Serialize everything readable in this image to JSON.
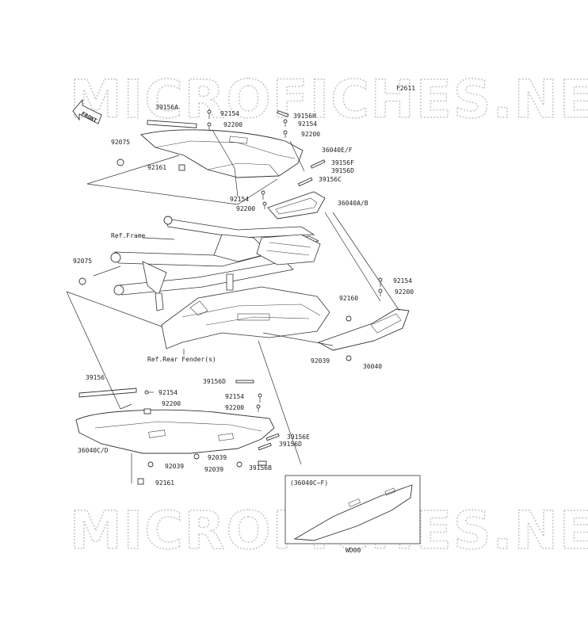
{
  "diagram": {
    "code": "F2611",
    "front_label": "FRONT",
    "watermark": "MICROFICHES.NET",
    "inset_label": "(36040C~F)",
    "inset_code": "WD00",
    "refs": {
      "frame": "Ref.Frame",
      "rear_fender": "Ref.Rear Fender(s)"
    },
    "parts": {
      "p39156A": "39156A",
      "p92154_a": "92154",
      "p92200_a": "92200",
      "p39156H": "39156H",
      "p92154_b": "92154",
      "p92200_b": "92200",
      "p92075_a": "92075",
      "p36040EF": "36040E/F",
      "p92161_a": "92161",
      "p39156F": "39156F",
      "p39156D_a": "39156D",
      "p39156C": "39156C",
      "p92154_c": "92154",
      "p92200_c": "92200",
      "p36040AB": "36040A/B",
      "p92075_b": "92075",
      "p92154_d": "92154",
      "p92200_d": "92200",
      "p92160": "92160",
      "p92039_a": "92039",
      "p36040": "36040",
      "p39156": "39156",
      "p92154_e": "92154",
      "p92200_e": "92200",
      "p39156D_b": "39156D",
      "p92154_f": "92154",
      "p92200_f": "92200",
      "p36040CD": "36040C/D",
      "p39156E": "39156E",
      "p39156D_c": "39156D",
      "p92039_b": "92039",
      "p92039_c": "92039",
      "p92039_d": "92039",
      "p39156B": "39156B",
      "p92161_b": "92161"
    }
  }
}
